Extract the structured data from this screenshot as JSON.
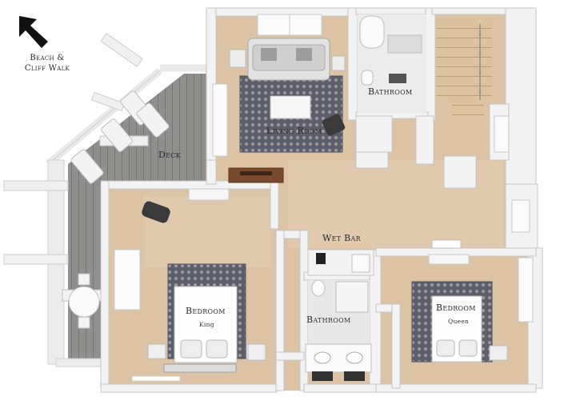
{
  "compass": {
    "line1": "Beach &",
    "line2": "Cliff Walk",
    "icon": "north-arrow-icon"
  },
  "rooms": {
    "deck": "Deck",
    "living_room": "Living Room",
    "bathroom_top": "Bathroom",
    "wet_bar": "Wet Bar",
    "bathroom_mid": "Bathroom",
    "bedroom_left": "Bedroom",
    "bedroom_left_bed": "King",
    "bedroom_right": "Bedroom",
    "bedroom_right_bed": "Queen"
  },
  "colors": {
    "floor_wood": "#dcc3a6",
    "deck_wood": "#8c8c8a",
    "wall": "#f2f2f2",
    "wall_edge": "#c9c9c9",
    "rug": "#6e6e78",
    "stair": "#d9c29f"
  }
}
